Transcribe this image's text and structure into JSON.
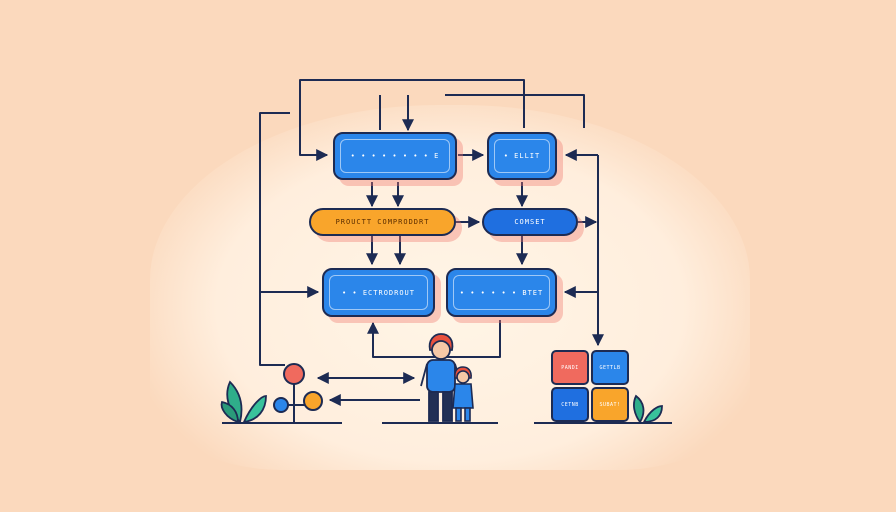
{
  "boxes": {
    "top_left": "• • • • • • • • E",
    "top_right": "• ELLIT",
    "parent_component": "PROUCTT COMPRODDRT",
    "comet": "COMSET",
    "bottom_left": "• • ECTRODROUT",
    "bottom_right": "• • • • • • BTET"
  },
  "blocks": {
    "red": "PANDI",
    "blue_top": "GETTLB",
    "blue_bottom": "CETNB",
    "orange": "SUBAT!"
  },
  "colors": {
    "background": "#fbd9bd",
    "primary_blue": "#2b86ea",
    "accent_orange": "#f9a52b",
    "accent_red": "#f06a5e",
    "line": "#1d2b53"
  }
}
